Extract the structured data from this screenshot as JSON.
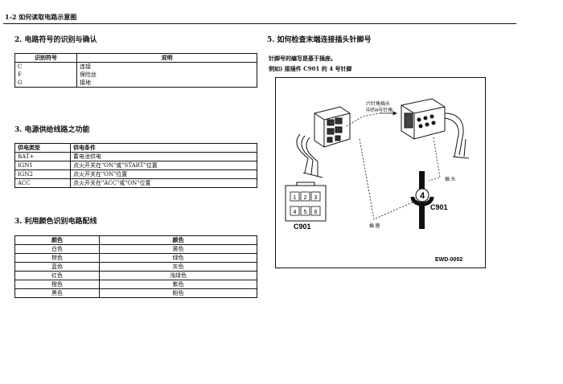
{
  "header": {
    "title": "1-2 如何读取电路示意图"
  },
  "section2": {
    "title": "2.  电路符号的识别与确认",
    "col_code": "识别符号",
    "col_meaning": "说明",
    "rows": [
      {
        "code": "C",
        "meaning": "连接"
      },
      {
        "code": "F",
        "meaning": "保险丝"
      },
      {
        "code": "G",
        "meaning": "接地"
      }
    ]
  },
  "section3": {
    "title": "3.  电源供给线路之功能",
    "col_type": "供电类型",
    "col_cond": "供电条件",
    "rows": [
      {
        "type": "BAT+",
        "cond": "蓄电池供电"
      },
      {
        "type": "IGN1",
        "cond": "点火开关在\"ON\"或\"START\"位置"
      },
      {
        "type": "IGN2",
        "cond": "点火开关在\"ON\"位置"
      },
      {
        "type": "ACC",
        "cond": "点火开关在\"ACC\"或\"ON\"位置"
      }
    ]
  },
  "section3b": {
    "title": "3.  利用颜色识别电路配线",
    "col_left": "颜色",
    "col_right": "颜色",
    "rows": [
      {
        "left": "白色",
        "right": "黄色"
      },
      {
        "left": "棕色",
        "right": "绿色"
      },
      {
        "left": "蓝色",
        "right": "灰色"
      },
      {
        "left": "红色",
        "right": "浅绿色"
      },
      {
        "left": "橙色",
        "right": "紫色"
      },
      {
        "left": "黑色",
        "right": "粉色"
      }
    ]
  },
  "section5": {
    "title": "5.  如何检查末端连接插头针脚号",
    "line1": "针脚号的编写是基于插座。",
    "line2": "例如) 接插件 C901 的 4 号针脚"
  },
  "diagram": {
    "label_pin_line1": "六针角插头",
    "label_pin_line2": "中的4号针角",
    "label_plug": "插 头",
    "label_socket": "插 座",
    "pin_number": "4",
    "connector_name": "C901",
    "connector_name_2": "C901",
    "pins_top": [
      "1",
      "2",
      "3"
    ],
    "pins_bottom": [
      "4",
      "5",
      "6"
    ],
    "code": "EWD-0002"
  }
}
